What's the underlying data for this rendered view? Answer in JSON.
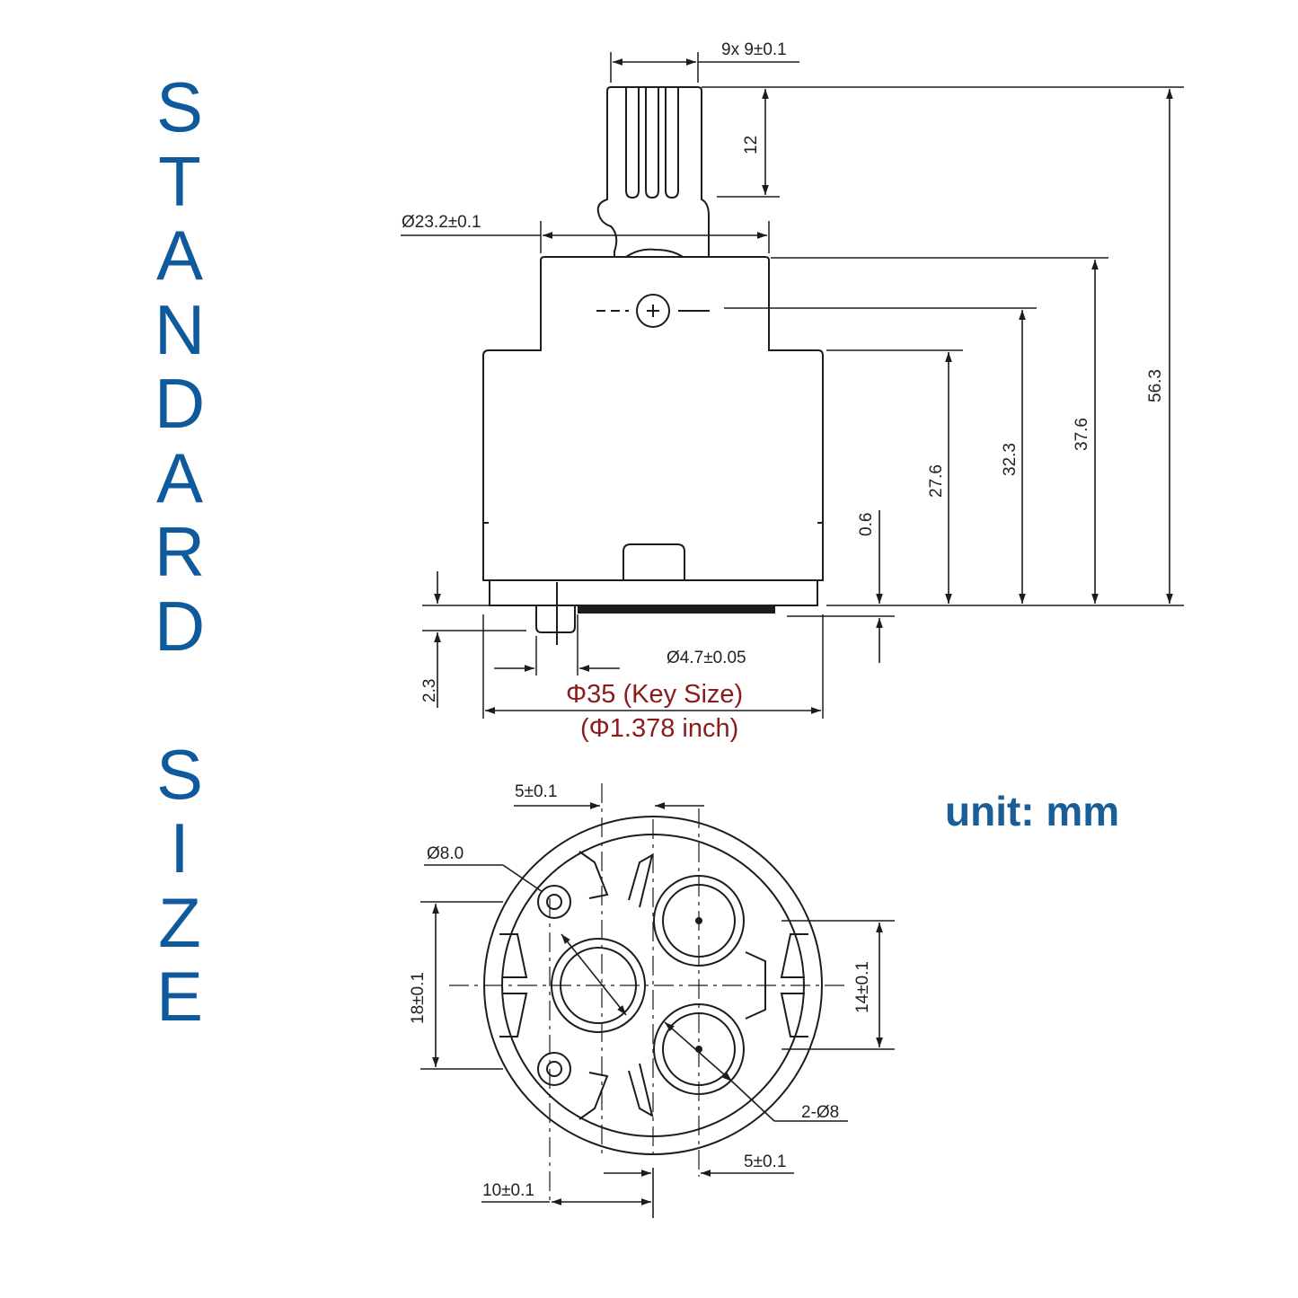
{
  "title_letters": [
    "S",
    "T",
    "A",
    "N",
    "D",
    "A",
    "R",
    "D",
    "",
    "S",
    "I",
    "Z",
    "E"
  ],
  "unit_label": "unit: mm",
  "colors": {
    "title": "#0e5a9c",
    "unit": "#1a5e97",
    "key_size": "#8a1c1c",
    "lines": "#1c1c1c"
  },
  "side_view": {
    "spline_width": "9x 9±0.1",
    "spline_height": "12",
    "body_top_diameter": "Ø23.2±0.1",
    "total_height": "56.3",
    "height_37_6": "37.6",
    "height_32_3": "32.3",
    "height_27_6": "27.6",
    "gap_0_6": "0.6",
    "pin_2_3": "2.3",
    "pin_diameter": "Ø4.7±0.05",
    "key_size": "Φ35 (Key Size)",
    "key_size_inch": "(Φ1.378 inch)"
  },
  "bottom_view": {
    "top_offset": "5±0.1",
    "hole_diameter": "Ø8.0",
    "left_span": "18±0.1",
    "right_span": "14±0.1",
    "two_holes": "2-Ø8",
    "bottom_offset": "5±0.1",
    "left_offset": "10±0.1"
  }
}
